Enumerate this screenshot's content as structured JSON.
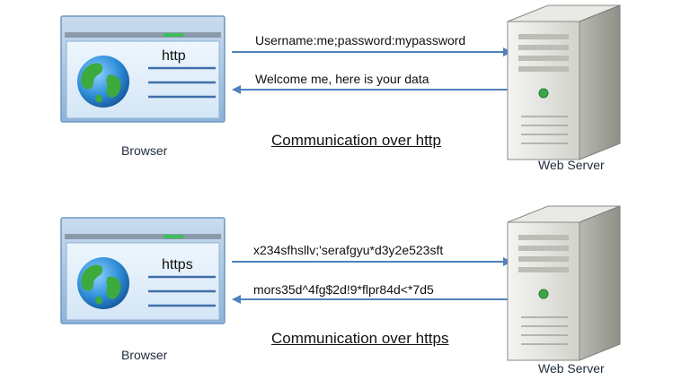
{
  "http_panel": {
    "url_label": "http",
    "request_text": "Username:me;password:mypassword",
    "response_text": "Welcome me, here is your data",
    "title": "Communication over http",
    "browser_caption": "Browser",
    "server_caption": "Web Server"
  },
  "https_panel": {
    "url_label": "https",
    "request_text": "x234sfhsllv;'serafgyu*d3y2e523sft",
    "response_text": "mors35d^4fg$2d!9*flpr84d<*7d5",
    "title": "Communication over https",
    "browser_caption": "Browser",
    "server_caption": "Web Server"
  },
  "colors": {
    "arrow": "#4f81bd",
    "window_frame": "#a9c7e3",
    "window_body": "#e6f1fb",
    "server_body": "#dcdcd8"
  },
  "icons": [
    "browser-window-icon",
    "globe-icon",
    "web-server-icon",
    "arrow-right",
    "arrow-left"
  ]
}
